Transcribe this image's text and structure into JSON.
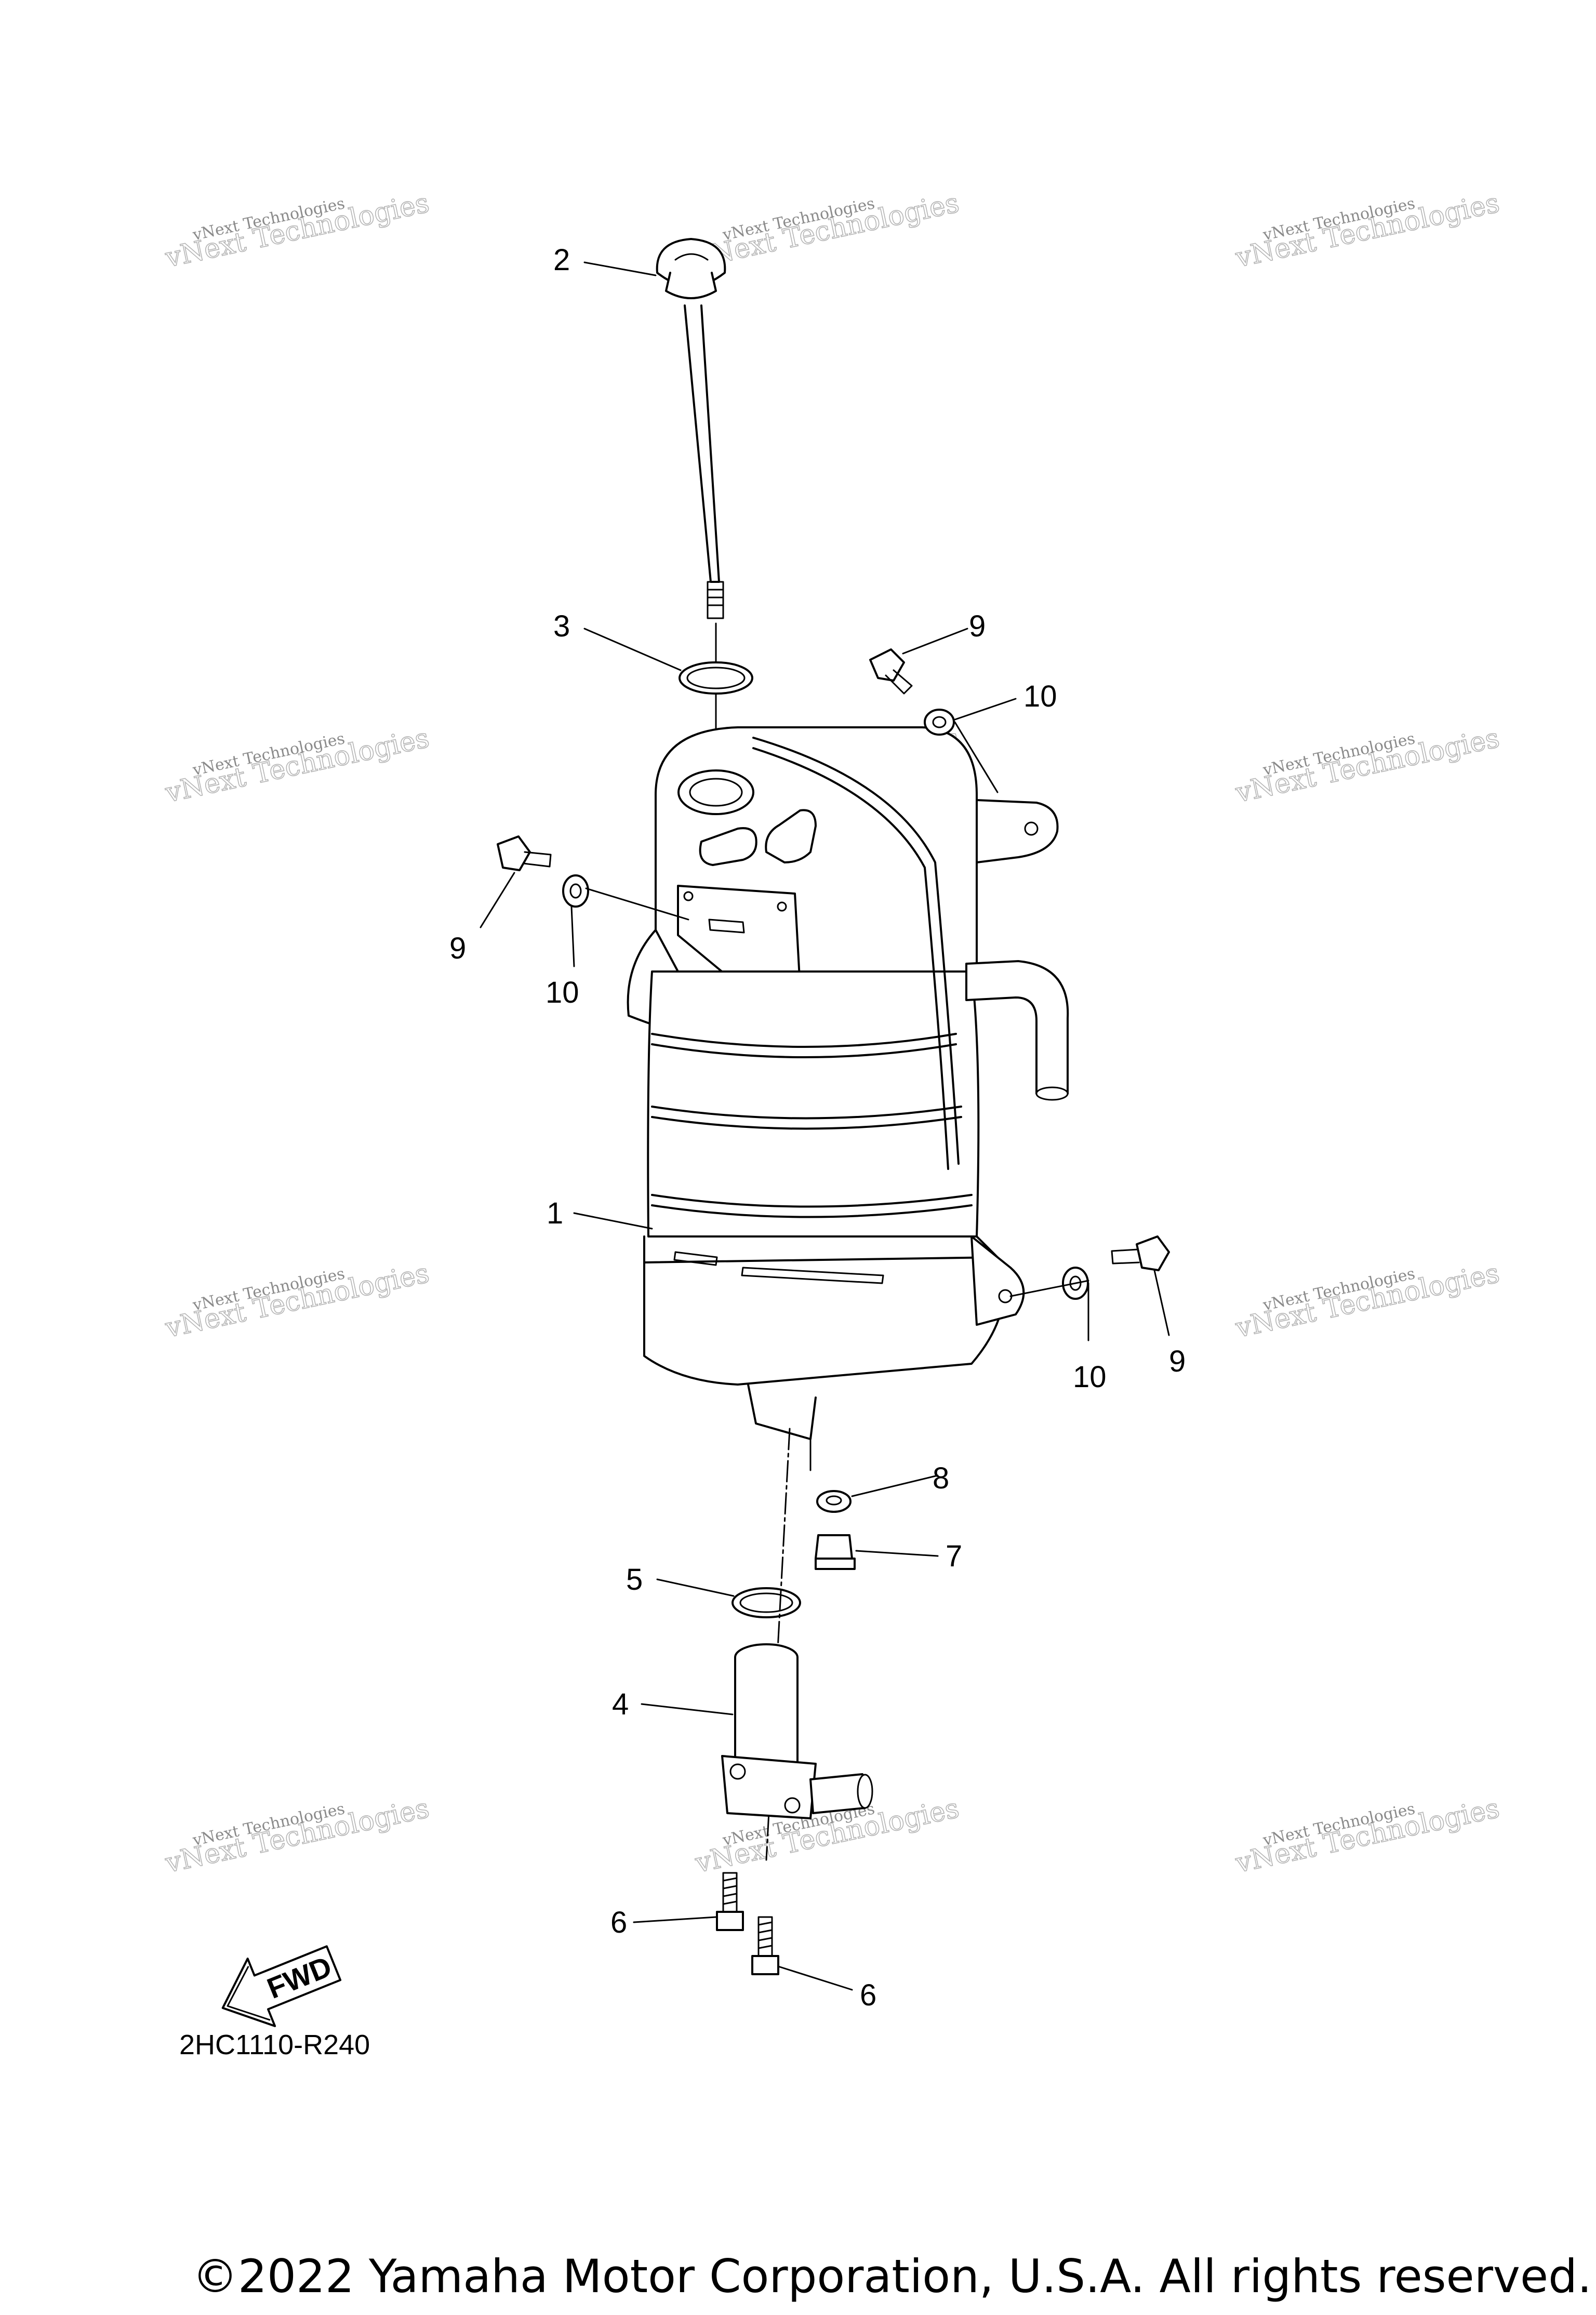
{
  "diagram": {
    "callouts": [
      "1",
      "2",
      "3",
      "4",
      "5",
      "6",
      "6",
      "7",
      "8",
      "9",
      "9",
      "9",
      "10",
      "10",
      "10"
    ],
    "fwd_label": "FWD",
    "code": "2HC1110-R240",
    "copyright": "©2022 Yamaha Motor Corporation, U.S.A. All rights reserved."
  },
  "watermark": {
    "line1": "vNext Technologies",
    "line2": "vNext Technologies"
  }
}
